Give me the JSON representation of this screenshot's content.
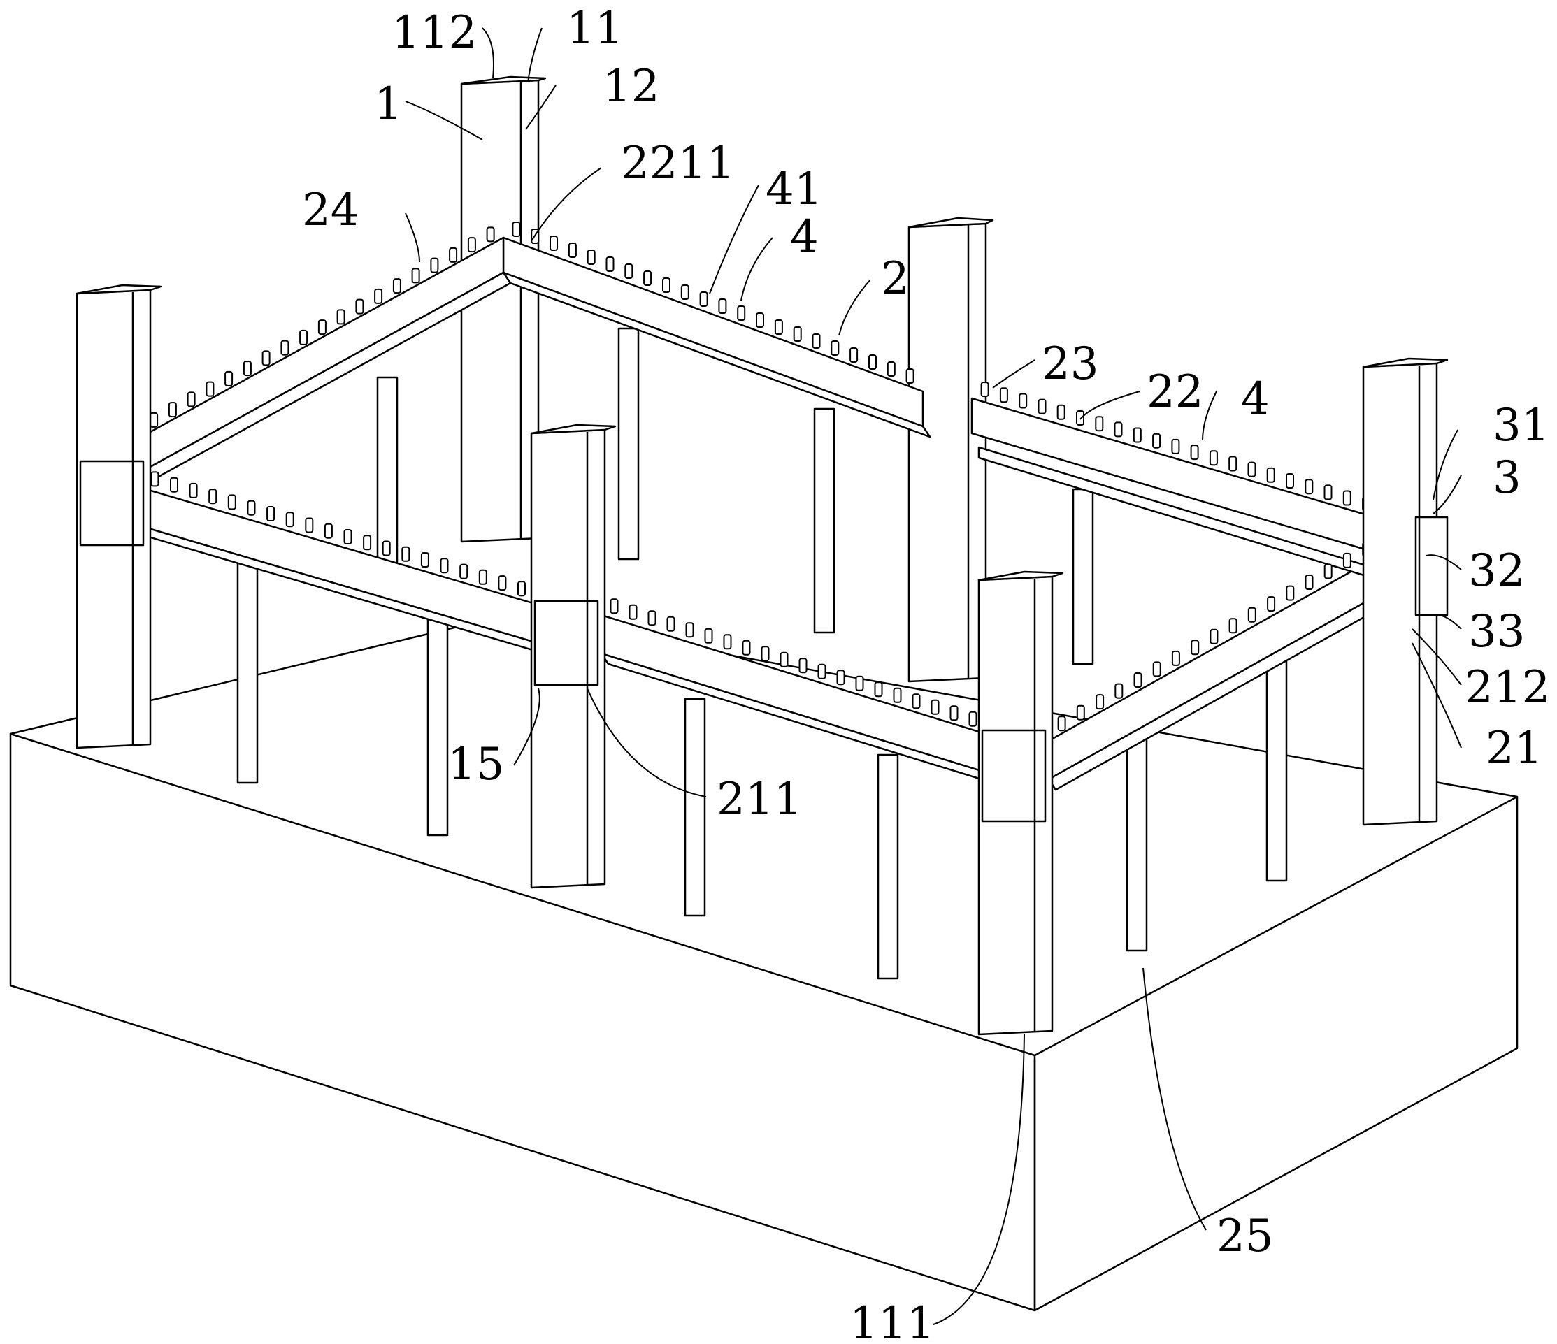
{
  "figure": {
    "labels": {
      "l112": "112",
      "l11": "11",
      "l12": "12",
      "l1": "1",
      "l2211": "2211",
      "l41": "41",
      "l24": "24",
      "l4a": "4",
      "l2": "2",
      "l23": "23",
      "l22": "22",
      "l4b": "4",
      "l31": "31",
      "l3": "3",
      "l32": "32",
      "l33": "33",
      "l212": "212",
      "l21": "21",
      "l15": "15",
      "l211": "211",
      "l25": "25",
      "l111": "111"
    }
  },
  "colors": {
    "line": "#000000",
    "background": "#ffffff"
  }
}
